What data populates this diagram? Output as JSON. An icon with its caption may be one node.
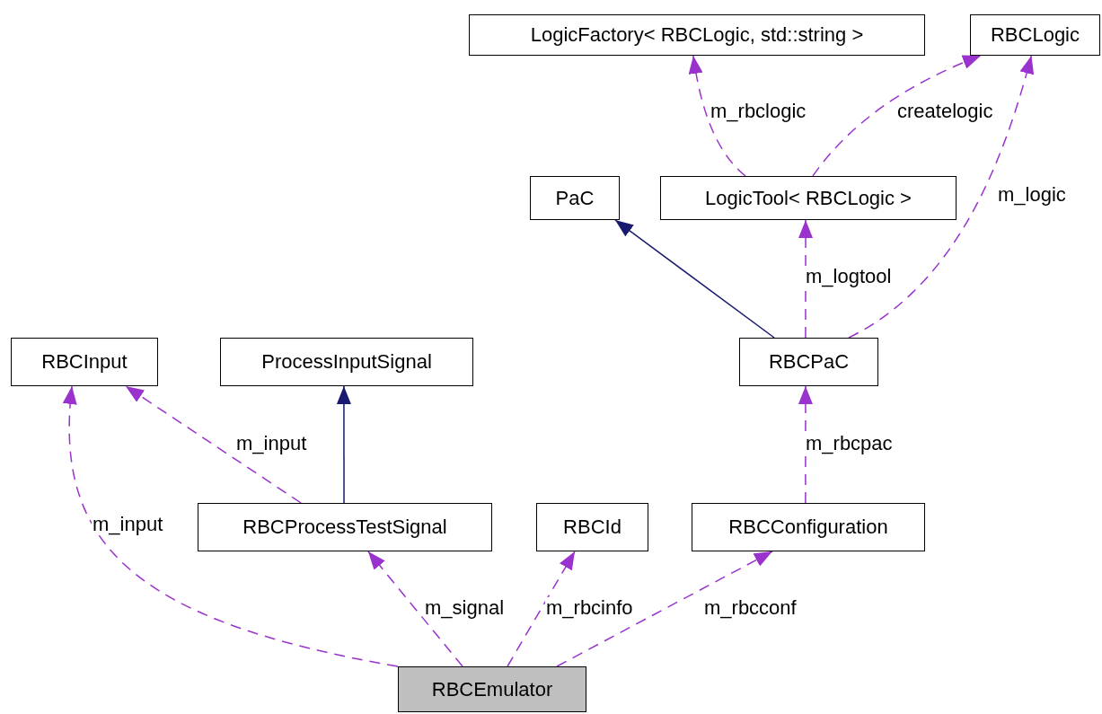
{
  "diagram": {
    "nodes": [
      {
        "text": [
          "LogicFactory< RBCLogic, std::string >"
        ]
      },
      {
        "text": [
          "RBCLogic"
        ]
      },
      {
        "text": [
          "PaC"
        ]
      },
      {
        "text": [
          "LogicTool< RBCLogic >"
        ]
      },
      {
        "text": [
          "RBCInput"
        ]
      },
      {
        "text": [
          "ProcessInputSignal"
        ]
      },
      {
        "text": [
          "RBCPaC"
        ]
      },
      {
        "text": [
          "RBCProcessTestSignal"
        ]
      },
      {
        "text": [
          "RBCId"
        ]
      },
      {
        "text": [
          "RBCConfiguration"
        ]
      },
      {
        "text": [
          "RBCEmulator"
        ]
      }
    ],
    "edges": [
      {
        "from": 3,
        "to": 0,
        "arrow": "to",
        "label": "m_rbclogic",
        "style": "dashed"
      },
      {
        "from": 3,
        "to": 1,
        "arrow": "to",
        "label": "createlogic",
        "style": "dashed"
      },
      {
        "from": 6,
        "to": 1,
        "arrow": "to",
        "label": "m_logic",
        "style": "dashed"
      },
      {
        "from": 6,
        "to": 2,
        "arrow": "to",
        "color": "#191970"
      },
      {
        "from": 6,
        "to": 3,
        "arrow": "to",
        "label": "m_logtool",
        "style": "dashed"
      },
      {
        "from": 7,
        "to": 4,
        "arrow": "to",
        "label": "m_input",
        "style": "dashed"
      },
      {
        "from": 7,
        "to": 5,
        "arrow": "to",
        "color": "#191970"
      },
      {
        "from": 9,
        "to": 6,
        "arrow": "to",
        "label": "m_rbcpac",
        "style": "dashed"
      },
      {
        "from": 10,
        "to": 4,
        "arrow": "to",
        "label": "m_input",
        "style": "dashed"
      },
      {
        "from": 10,
        "to": 7,
        "arrow": "to",
        "label": "m_signal",
        "style": "dashed"
      },
      {
        "from": 10,
        "to": 8,
        "arrow": "to",
        "label": "m_rbcinfo",
        "style": "dashed"
      },
      {
        "from": 10,
        "to": 9,
        "arrow": "to",
        "label": "m_rbcconf",
        "style": "dashed"
      }
    ]
  }
}
